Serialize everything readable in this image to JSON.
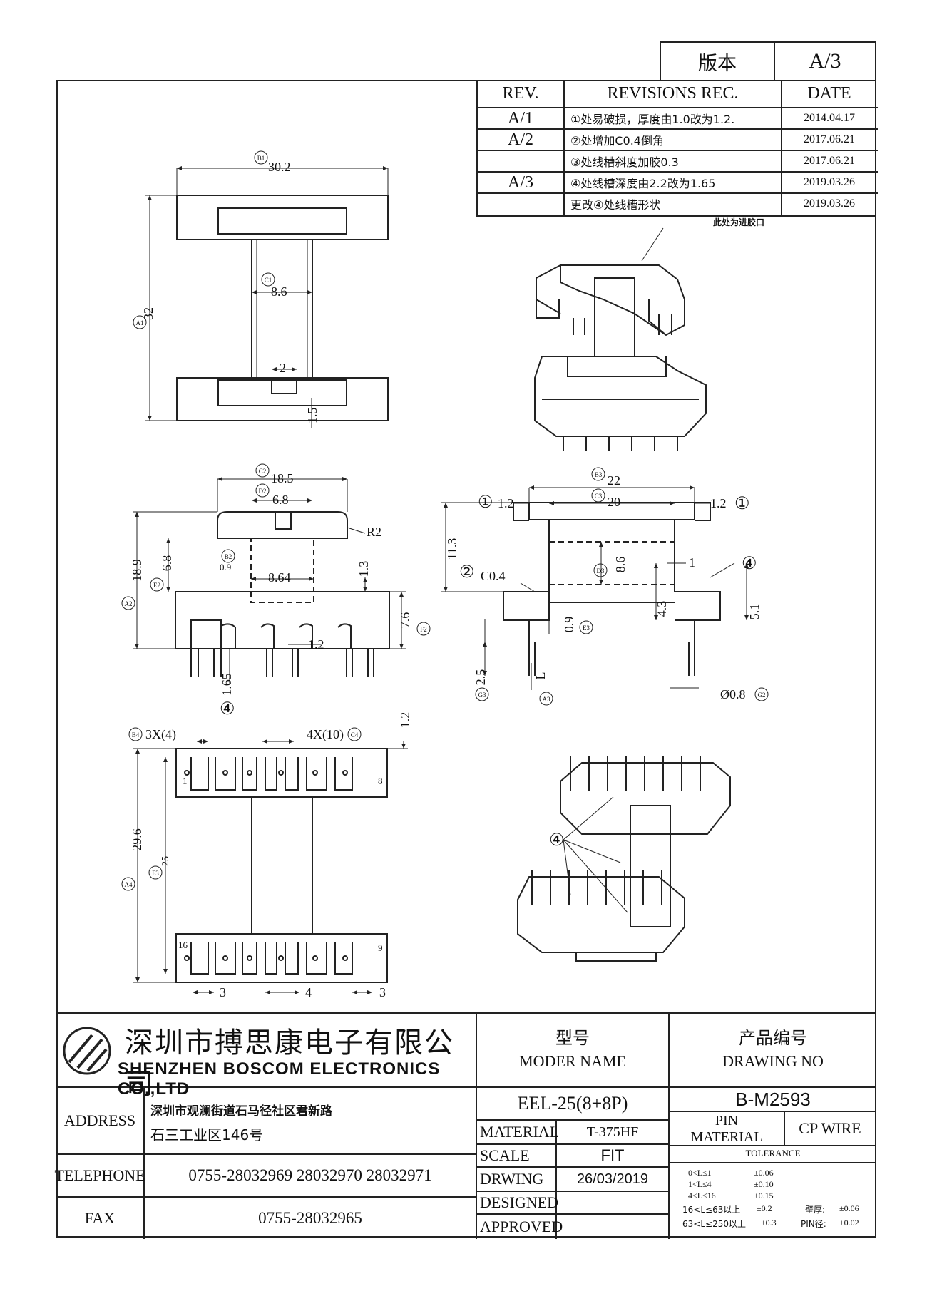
{
  "version_box": {
    "label": "版本",
    "value": "A/3"
  },
  "revisions": {
    "headers": {
      "rev": "REV.",
      "rec": "REVISIONS REC.",
      "date": "DATE"
    },
    "rows": [
      {
        "rev": "A/1",
        "desc": "①处易破损，厚度由1.0改为1.2.",
        "date": "2014.04.17"
      },
      {
        "rev": "A/2",
        "desc": "②处增加C0.4倒角",
        "date": "2017.06.21"
      },
      {
        "rev": "",
        "desc": "③处线槽斜度加胶0.3",
        "date": "2017.06.21"
      },
      {
        "rev": "A/3",
        "desc": "④处线槽深度由2.2改为1.65",
        "date": "2019.03.26"
      },
      {
        "rev": "",
        "desc": "更改④处线槽形状",
        "date": "2019.03.26"
      }
    ]
  },
  "iso_note": "此处为进胶口",
  "dims": {
    "top": {
      "b1": "B1",
      "b1_val": "30.2",
      "a1": "A1",
      "a1_val": "32",
      "c1": "C1",
      "c1_val": "8.6",
      "slot": "2",
      "t": "1.5"
    },
    "front": {
      "c2": "C2",
      "c2_val": "18.5",
      "d2": "D2",
      "d2_val": "6.8",
      "r": "R2",
      "b2": "B2",
      "b2_val": "0.9",
      "e2": "E2",
      "e2_val": "6.8",
      "a2": "A2",
      "a2_val": "18.9",
      "inner": "8.64",
      "h13": "1.3",
      "f2": "F2",
      "f2_val": "7.6",
      "pitch": "1.2",
      "slot": "1.65",
      "mark": "④"
    },
    "side": {
      "b3": "B3",
      "b3_val": "22",
      "c3": "C3",
      "c3_val": "20",
      "m1": "①",
      "w12l": "1.2",
      "w12r": "1.2",
      "h113": "11.3",
      "m2": "②",
      "c04": "C0.4",
      "d3": "D3",
      "d3_val": "8.6",
      "one": "1",
      "m4": "④",
      "h43": "4.3",
      "h51": "5.1",
      "e3": "E3",
      "e3_val": "0.9",
      "g3": "G3",
      "g3_val": "2.5",
      "a3": "A3",
      "a3_val": "L",
      "g2": "G2",
      "g2_val": "Ø0.8"
    },
    "bottom": {
      "b4": "B4",
      "b4_val": "3X(4)",
      "c4": "C4",
      "c4_val": "4X(10)",
      "t12": "1.2",
      "a4": "A4",
      "a4_val": "29.6",
      "f3": "F3",
      "f3_val": "25",
      "p1": "1",
      "p8": "8",
      "p16": "16",
      "p9": "9",
      "w3l": "3",
      "w4": "4",
      "w3r": "3"
    }
  },
  "iso2_mark": "④",
  "company": {
    "name_cn": "深圳市搏思康电子有限公司",
    "name_en": "SHENZHEN BOSCOM ELECTRONICS CO.,LTD",
    "address_label": "ADDRESS",
    "address_line1": "深圳市观澜街道石马径社区君新路",
    "address_line2": "石三工业区146号",
    "telephone_label": "TELEPHONE",
    "telephone": "0755-28032969 28032970 28032971",
    "fax_label": "FAX",
    "fax": "0755-28032965"
  },
  "model": {
    "label_cn": "型号",
    "label_en": "MODER NAME",
    "value": "EEL-25(8+8P)"
  },
  "drawing_no": {
    "label_cn": "产品编号",
    "label_en": "DRAWING NO",
    "value": "B-M2593"
  },
  "info": {
    "material_label": "MATERIAL",
    "material": "T-375HF",
    "scale_label": "SCALE",
    "scale": "FIT",
    "drwing_label": "DRWING",
    "drwing": "26/03/2019",
    "designed_label": "DESIGNED",
    "designed": "",
    "approved_label": "APPROVED",
    "approved": ""
  },
  "pin": {
    "label1": "PIN",
    "label2": "MATERIAL",
    "value": "CP WIRE"
  },
  "tolerance": {
    "title": "TOLERANCE",
    "rows": [
      {
        "range": "0<L≤1",
        "tol": "±0.06"
      },
      {
        "range": "1<L≤4",
        "tol": "±0.10"
      },
      {
        "range": "4<L≤16",
        "tol": "±0.15"
      },
      {
        "range": "16<L≤63以上",
        "tol": "±0.2"
      },
      {
        "range": "63<L≤250以上",
        "tol": "±0.3"
      }
    ],
    "wall_label": "壁厚:",
    "wall": "±0.06",
    "pin_label": "PIN径:",
    "pin": "±0.02"
  }
}
